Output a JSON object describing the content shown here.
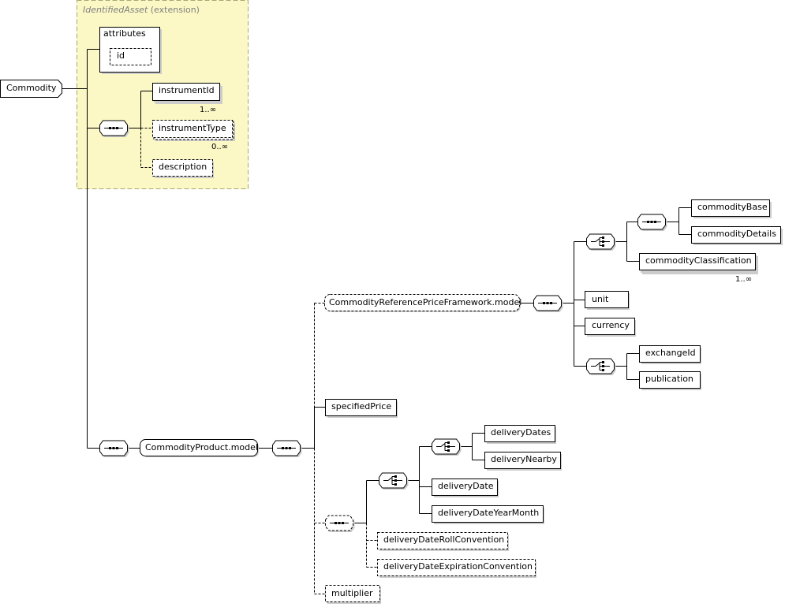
{
  "extension": {
    "base_type": "IdentifiedAsset",
    "suffix": "(extension)",
    "fill_color": "#fbf8c5",
    "border_color": "#a8a86a"
  },
  "root": {
    "label": "Commodity"
  },
  "attributes": {
    "label": "attributes",
    "items": [
      "id"
    ]
  },
  "elements": {
    "instrumentId": {
      "label": "instrumentId",
      "cardinality": "1..∞"
    },
    "instrumentType": {
      "label": "instrumentType",
      "cardinality": "0..∞"
    },
    "description": {
      "label": "description"
    },
    "commodityProductModel": {
      "label": "CommodityProduct.model"
    },
    "commodityReferencePriceFrameworkModel": {
      "label": "CommodityReferencePriceFramework.model"
    },
    "specifiedPrice": {
      "label": "specifiedPrice"
    },
    "multiplier": {
      "label": "multiplier"
    },
    "commodityBase": {
      "label": "commodityBase"
    },
    "commodityDetails": {
      "label": "commodityDetails"
    },
    "commodityClassification": {
      "label": "commodityClassification",
      "cardinality": "1..∞"
    },
    "unit": {
      "label": "unit"
    },
    "currency": {
      "label": "currency"
    },
    "exchangeId": {
      "label": "exchangeId"
    },
    "publication": {
      "label": "publication"
    },
    "deliveryDates": {
      "label": "deliveryDates"
    },
    "deliveryNearby": {
      "label": "deliveryNearby"
    },
    "deliveryDate": {
      "label": "deliveryDate"
    },
    "deliveryDateYearMonth": {
      "label": "deliveryDateYearMonth"
    },
    "deliveryDateRollConvention": {
      "label": "deliveryDateRollConvention"
    },
    "deliveryDateExpirationConvention": {
      "label": "deliveryDateExpirationConvention"
    }
  }
}
